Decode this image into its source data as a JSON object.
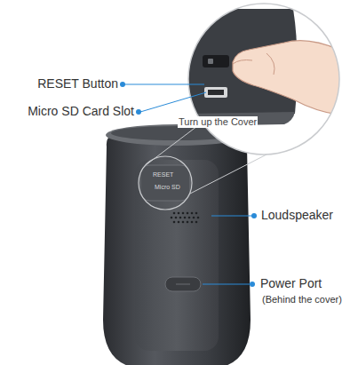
{
  "diagram": {
    "labels": [
      "RESET Button",
      "Micro SD Card Slot",
      "Turn up the Cover",
      "Loudspeaker",
      "Power Port",
      "(Behind the cover)",
      "RESET",
      "Micro SD"
    ]
  }
}
